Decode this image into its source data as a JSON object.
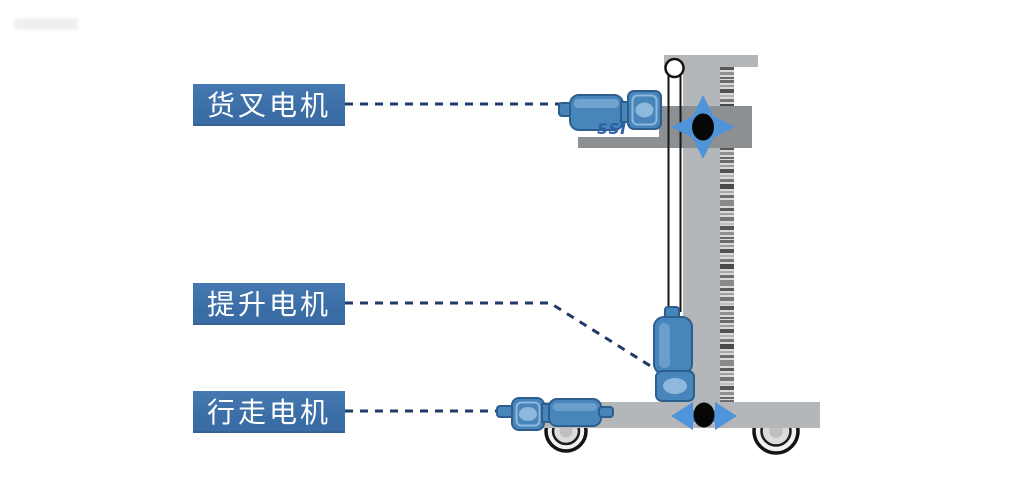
{
  "callouts": [
    {
      "id": "fork",
      "label": "货叉电机"
    },
    {
      "id": "lift",
      "label": "提升电机"
    },
    {
      "id": "travel",
      "label": "行走电机"
    }
  ],
  "machine": {
    "logo": "SSI",
    "parts": [
      "top-plate",
      "mast",
      "barcode-strip",
      "pulley",
      "lift-belt",
      "carriage",
      "fork-platform",
      "fork-motor",
      "four-way-arrow",
      "lift-motor",
      "base-beam",
      "travel-motor",
      "horizontal-arrow",
      "wheel-left",
      "wheel-right"
    ]
  },
  "colors": {
    "background": "#ffffff",
    "label_bg": "#3a6ca6",
    "label_bg_light": "#4679b2",
    "label_text": "#ffffff",
    "dash": "#203a6b",
    "motor_blue": "#4785ba",
    "motor_dark": "#2c5e8e",
    "motor_light": "#8fb9dc",
    "arrow_blue": "#4f93d8",
    "frame_gray": "#b4b7ba",
    "carriage_gray": "#8d9093",
    "logo_blue": "#2d5fa8"
  }
}
